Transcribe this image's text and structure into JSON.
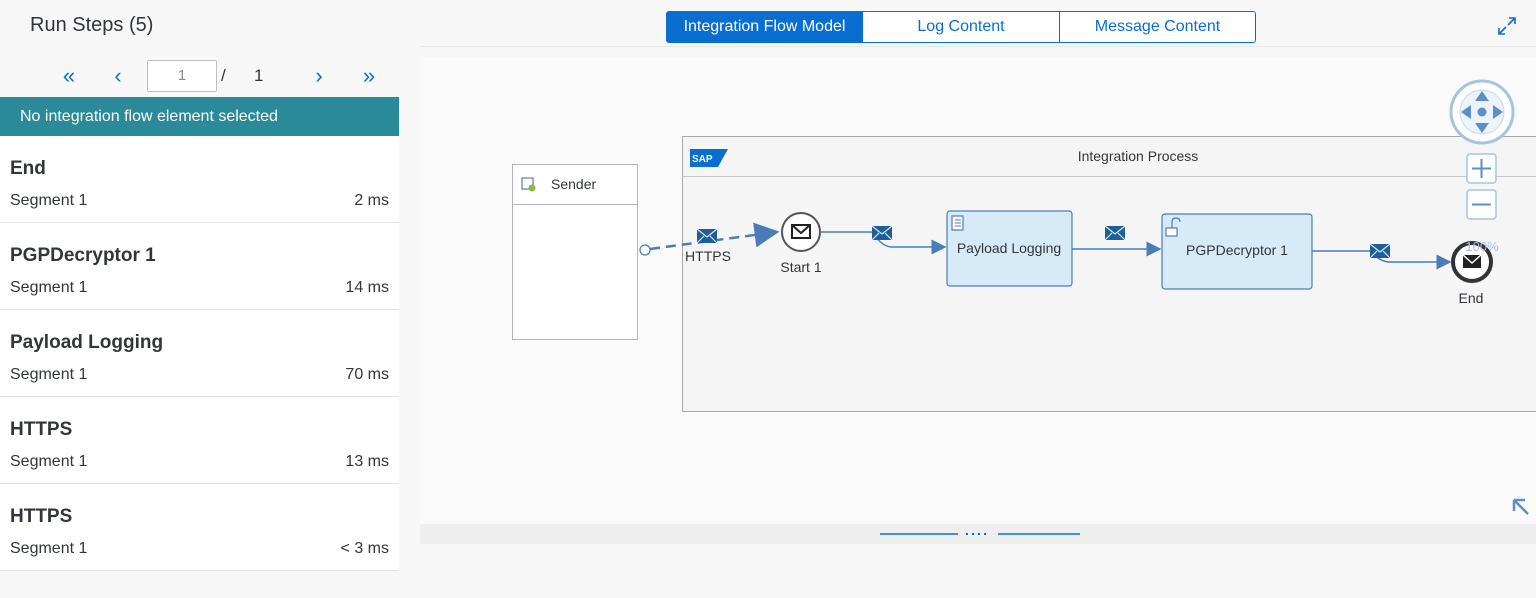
{
  "left_panel": {
    "title": "Run Steps (5)",
    "pager": {
      "current": "1",
      "separator": "/",
      "total": "1"
    },
    "banner": "No integration flow element selected",
    "steps": [
      {
        "name": "End",
        "segment": "Segment 1",
        "duration": "2 ms"
      },
      {
        "name": "PGPDecryptor 1",
        "segment": "Segment 1",
        "duration": "14 ms"
      },
      {
        "name": "Payload Logging",
        "segment": "Segment 1",
        "duration": "70 ms"
      },
      {
        "name": "HTTPS",
        "segment": "Segment 1",
        "duration": "13 ms"
      },
      {
        "name": "HTTPS",
        "segment": "Segment 1",
        "duration": "< 3 ms"
      }
    ]
  },
  "tabs": [
    {
      "label": "Integration Flow Model",
      "active": true
    },
    {
      "label": "Log Content",
      "active": false
    },
    {
      "label": "Message Content",
      "active": false
    }
  ],
  "diagram": {
    "sender_label": "Sender",
    "pool_label": "Integration Process",
    "sap_logo": "SAP",
    "https_label": "HTTPS",
    "start_label": "Start 1",
    "step1_label": "Payload Logging",
    "step2_label": "PGPDecryptor 1",
    "end_label": "End",
    "zoom_label": "100%"
  },
  "colors": {
    "accent": "#0a6ed1",
    "banner": "#2a8a99",
    "step_fill": "#d6eaf8",
    "step_stroke": "#4a7db8"
  }
}
